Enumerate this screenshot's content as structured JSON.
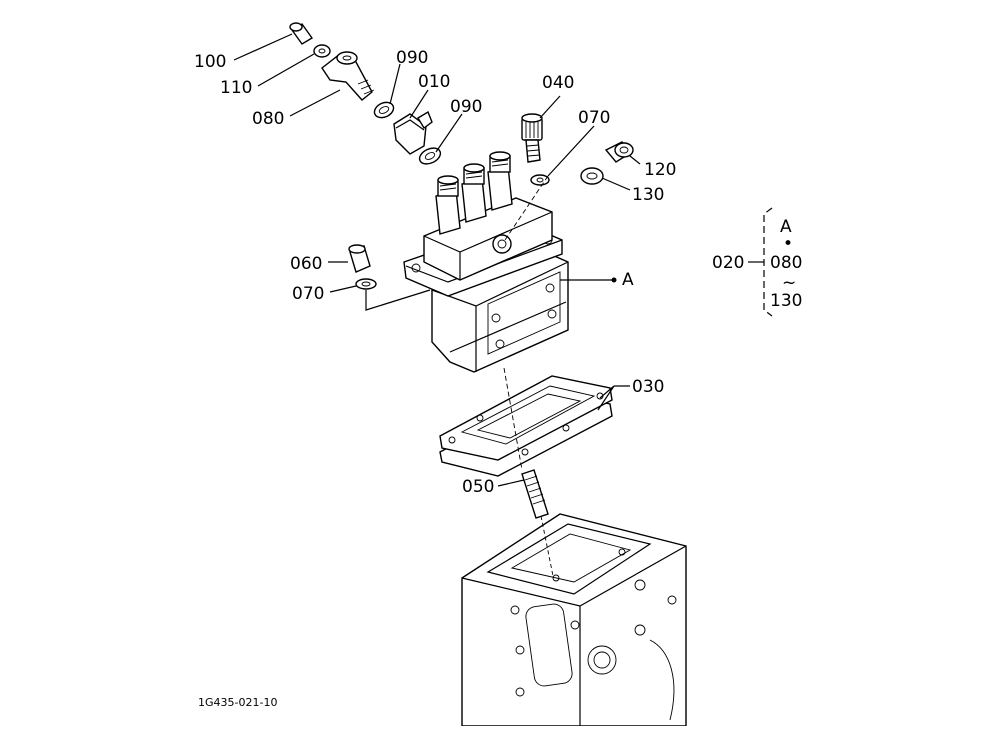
{
  "labels": {
    "p100": "100",
    "p110": "110",
    "p080": "080",
    "p090a": "090",
    "p010": "010",
    "p090b": "090",
    "p040": "040",
    "p070a": "070",
    "p120": "120",
    "p130": "130",
    "p060": "060",
    "p070b": "070",
    "pA": "A",
    "p030": "030",
    "p050": "050"
  },
  "legend": {
    "code": "020",
    "top": "A",
    "dot": "•",
    "from": "080",
    "tilde": "~",
    "to": "130"
  },
  "reference": "1G435-021-10"
}
